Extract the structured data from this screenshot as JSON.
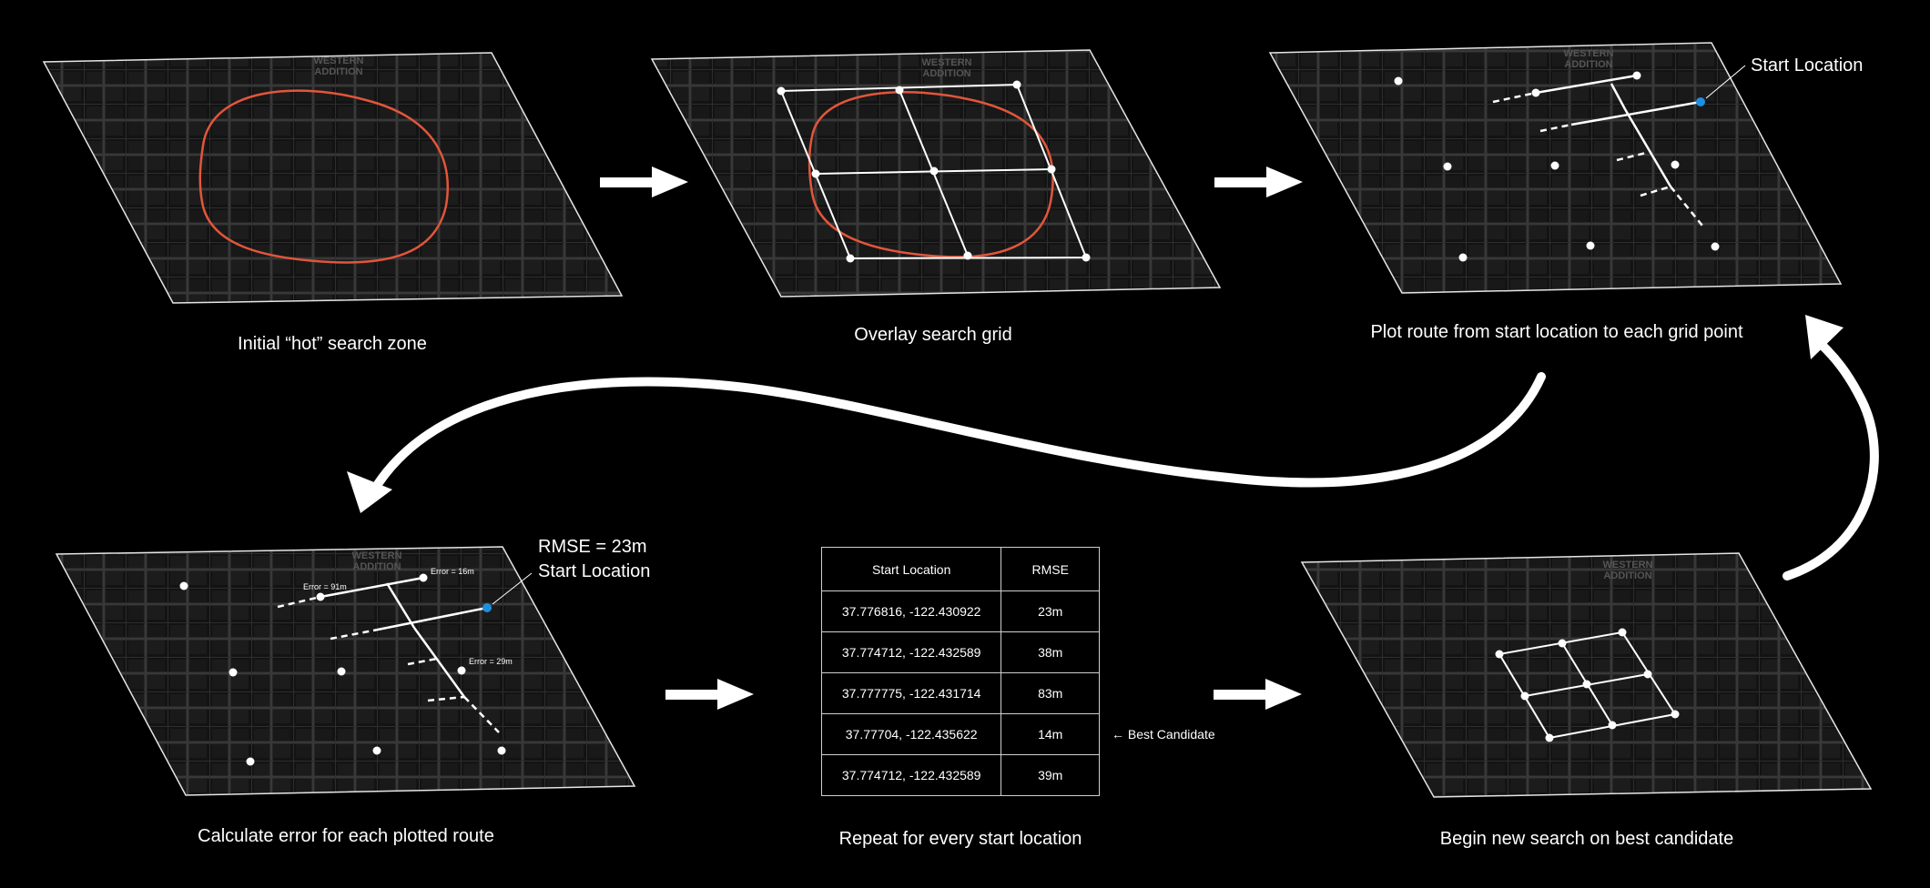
{
  "colors": {
    "background": "#000000",
    "map_fill": "#141414",
    "street": "#3c3c3c",
    "hot_zone": "#e2563b",
    "start_marker": "#1e8fe0",
    "line": "#ffffff"
  },
  "steps": [
    {
      "caption": "Initial “hot” search zone"
    },
    {
      "caption": "Overlay search grid"
    },
    {
      "caption": "Plot route from start location to each grid point",
      "marker_label": "Start Location"
    },
    {
      "caption": "Calculate error for each plotted route",
      "rmse_label": "RMSE = 23m",
      "marker_label": "Start Location",
      "errors": [
        "Error = 91m",
        "Error = 16m",
        "Error = 29m"
      ]
    },
    {
      "caption": "Repeat for every start location"
    },
    {
      "caption": "Begin new search on best candidate"
    }
  ],
  "map_labels": {
    "district": "WESTERN",
    "district2": "ADDITION"
  },
  "table": {
    "headers": [
      "Start Location",
      "RMSE"
    ],
    "rows": [
      {
        "location": "37.776816, -122.430922",
        "rmse": "23m"
      },
      {
        "location": "37.774712, -122.432589",
        "rmse": "38m"
      },
      {
        "location": "37.777775, -122.431714",
        "rmse": "83m"
      },
      {
        "location": "37.77704, -122.435622",
        "rmse": "14m"
      },
      {
        "location": "37.774712, -122.432589",
        "rmse": "39m"
      }
    ],
    "best_candidate_label": "← Best Candidate"
  }
}
